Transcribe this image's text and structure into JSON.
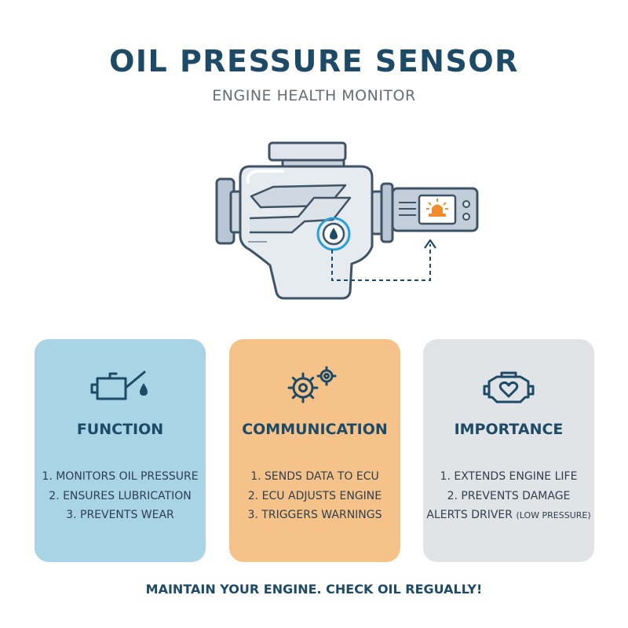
{
  "header": {
    "title": "OIL PRESSURE SENSOR",
    "subtitle": "ENGINE HEALTH MONITOR"
  },
  "colors": {
    "title": "#1d4a66",
    "function_card": "#a8d4e6",
    "communication_card": "#f5c38a",
    "importance_card": "#e1e4e7",
    "sensor_ring": "#2a9fd6",
    "warning": "#f08c2b"
  },
  "cards": [
    {
      "icon": "oil-can-icon",
      "title": "FUNCTION",
      "items": [
        "1. MONITORS OIL PRESSURE",
        "2. ENSURES LUBRICATION",
        "3. PREVENTS WEAR"
      ]
    },
    {
      "icon": "gears-icon",
      "title": "COMMUNICATION",
      "items": [
        "1. SENDS DATA TO ECU",
        "2. ECU ADJUSTS ENGINE",
        "3. TRIGGERS WARNINGS"
      ]
    },
    {
      "icon": "engine-heart-icon",
      "title": "IMPORTANCE",
      "items": [
        "1. EXTENDS ENGINE LIFE",
        "2. PREVENTS DAMAGE",
        "ALERTS DRIVER"
      ],
      "item_note": "(LOW PRESSURE)"
    }
  ],
  "footer": {
    "text": "MAINTAIN YOUR ENGINE. CHECK OIL REGUALLY!"
  }
}
